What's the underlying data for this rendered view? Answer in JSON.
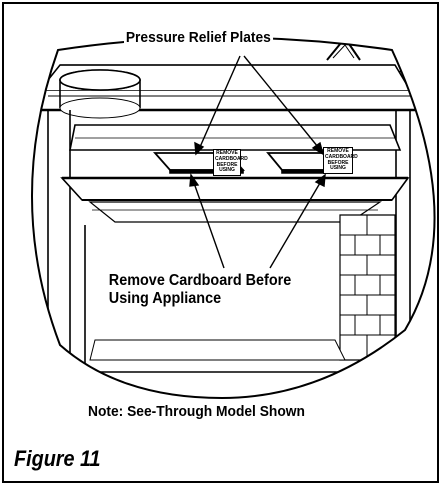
{
  "figure": {
    "caption": "Figure 11",
    "note": "Note: See-Through Model Shown",
    "callouts": {
      "plates": "Pressure Relief Plates",
      "cardboard_line1": "Remove Cardboard Before",
      "cardboard_line2": "Using Appliance"
    },
    "stickers": [
      {
        "line1": "REMOVE",
        "line2": "CARDBOARD",
        "line3": "BEFORE USING"
      },
      {
        "line1": "REMOVE",
        "line2": "CARDBOARD",
        "line3": "BEFORE USING"
      }
    ]
  }
}
